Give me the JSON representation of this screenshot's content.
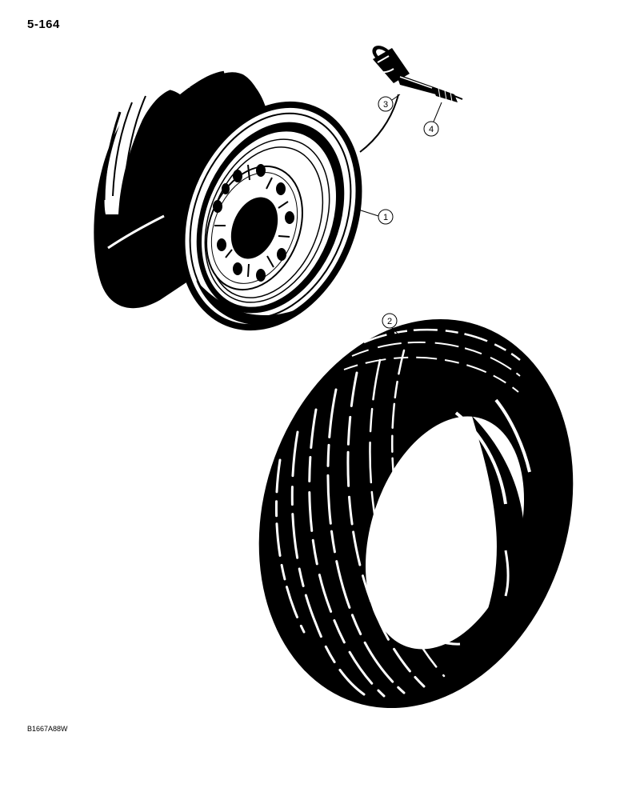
{
  "page": {
    "number": "5-164",
    "figure_code": "B1667A88W"
  },
  "callouts": [
    {
      "number": "1",
      "part": "wheel-rim"
    },
    {
      "number": "2",
      "part": "tire"
    },
    {
      "number": "3",
      "part": "valve-stem"
    },
    {
      "number": "4",
      "part": "valve-cap"
    }
  ],
  "colors": {
    "ink": "#000000",
    "paper": "#ffffff"
  }
}
